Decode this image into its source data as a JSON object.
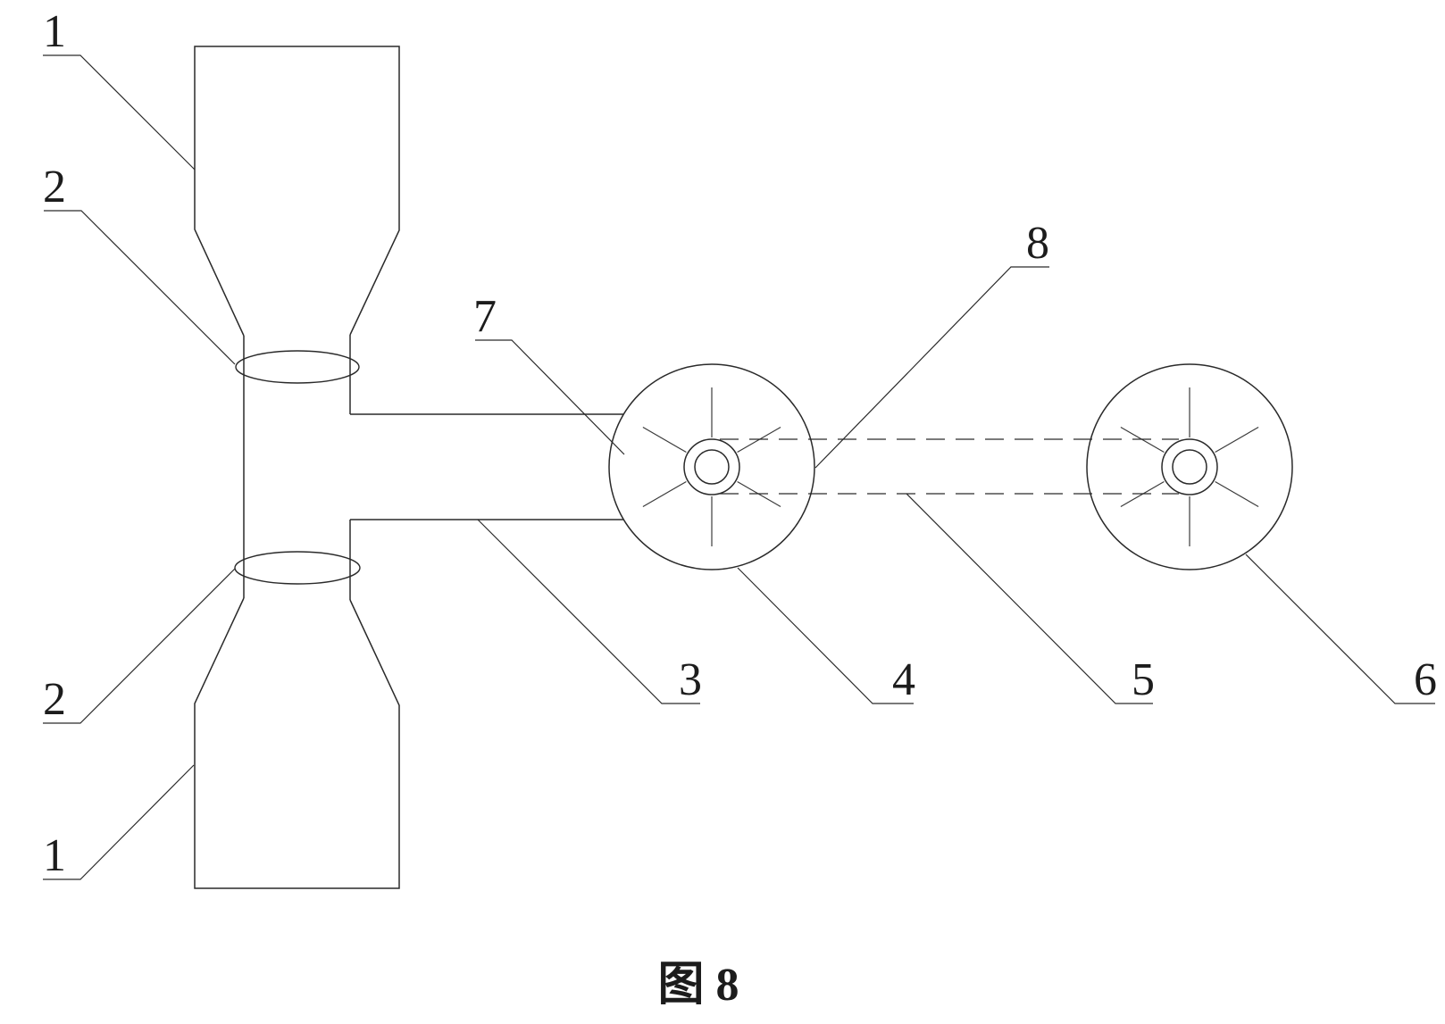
{
  "figure_caption": "图 8",
  "part_labels": {
    "top_left_1": "1",
    "top_left_2": "2",
    "center_7": "7",
    "top_right_8": "8",
    "bottom_3": "3",
    "bottom_4": "4",
    "bottom_5": "5",
    "bottom_6": "6",
    "lower_left_2": "2",
    "lower_left_1": "1"
  },
  "colors": {
    "line": "#2a2a2a",
    "background": "#ffffff"
  }
}
